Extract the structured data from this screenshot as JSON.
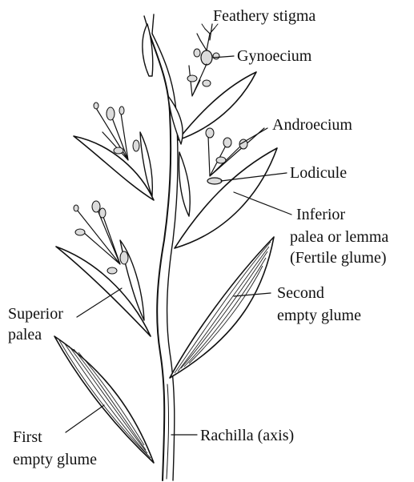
{
  "labels": {
    "feathery_stigma": "Feathery stigma",
    "gynoecium": "Gynoecium",
    "androecium": "Androecium",
    "lodicule": "Lodicule",
    "inferior_line1": "Inferior",
    "inferior_line2": "palea or lemma",
    "inferior_line3": "(Fertile glume)",
    "second_line1": "Second",
    "second_line2": "empty glume",
    "superior_line1": "Superior",
    "superior_line2": "palea",
    "first_line1": "First",
    "first_line2": "empty glume",
    "rachilla": "Rachilla (axis)"
  },
  "colors": {
    "ink": "#111111",
    "stipple": "#dcdcdc",
    "background": "#ffffff"
  }
}
